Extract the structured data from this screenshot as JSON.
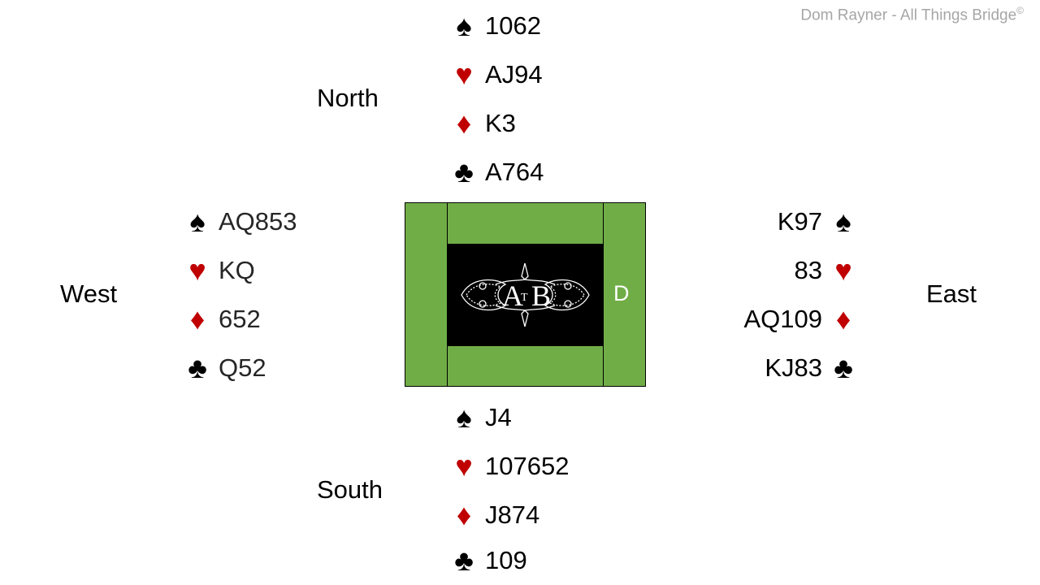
{
  "copyright": "Dom Rayner - All Things Bridge",
  "copyright_mark": "©",
  "seats": {
    "north": "North",
    "south": "South",
    "east": "East",
    "west": "West"
  },
  "dealer": "D",
  "suit_colors": {
    "black": "#000000",
    "red": "#c00000"
  },
  "table_color": "#70ad47",
  "logo": {
    "text_left": "A",
    "text_mid": "T",
    "text_right": "B"
  },
  "hands": {
    "north": {
      "spades": "1062",
      "hearts": "AJ94",
      "diamonds": "K3",
      "clubs": "A764"
    },
    "west": {
      "spades": "AQ853",
      "hearts": "KQ",
      "diamonds": "652",
      "clubs": "Q52"
    },
    "east": {
      "spades": "K97",
      "hearts": "83",
      "diamonds": "AQ109",
      "clubs": "KJ83"
    },
    "south": {
      "spades": "J4",
      "hearts": "107652",
      "diamonds": "J874",
      "clubs": "109"
    }
  },
  "symbols": {
    "spades": "♠",
    "hearts": "♥",
    "diamonds": "♦",
    "clubs": "♣"
  }
}
